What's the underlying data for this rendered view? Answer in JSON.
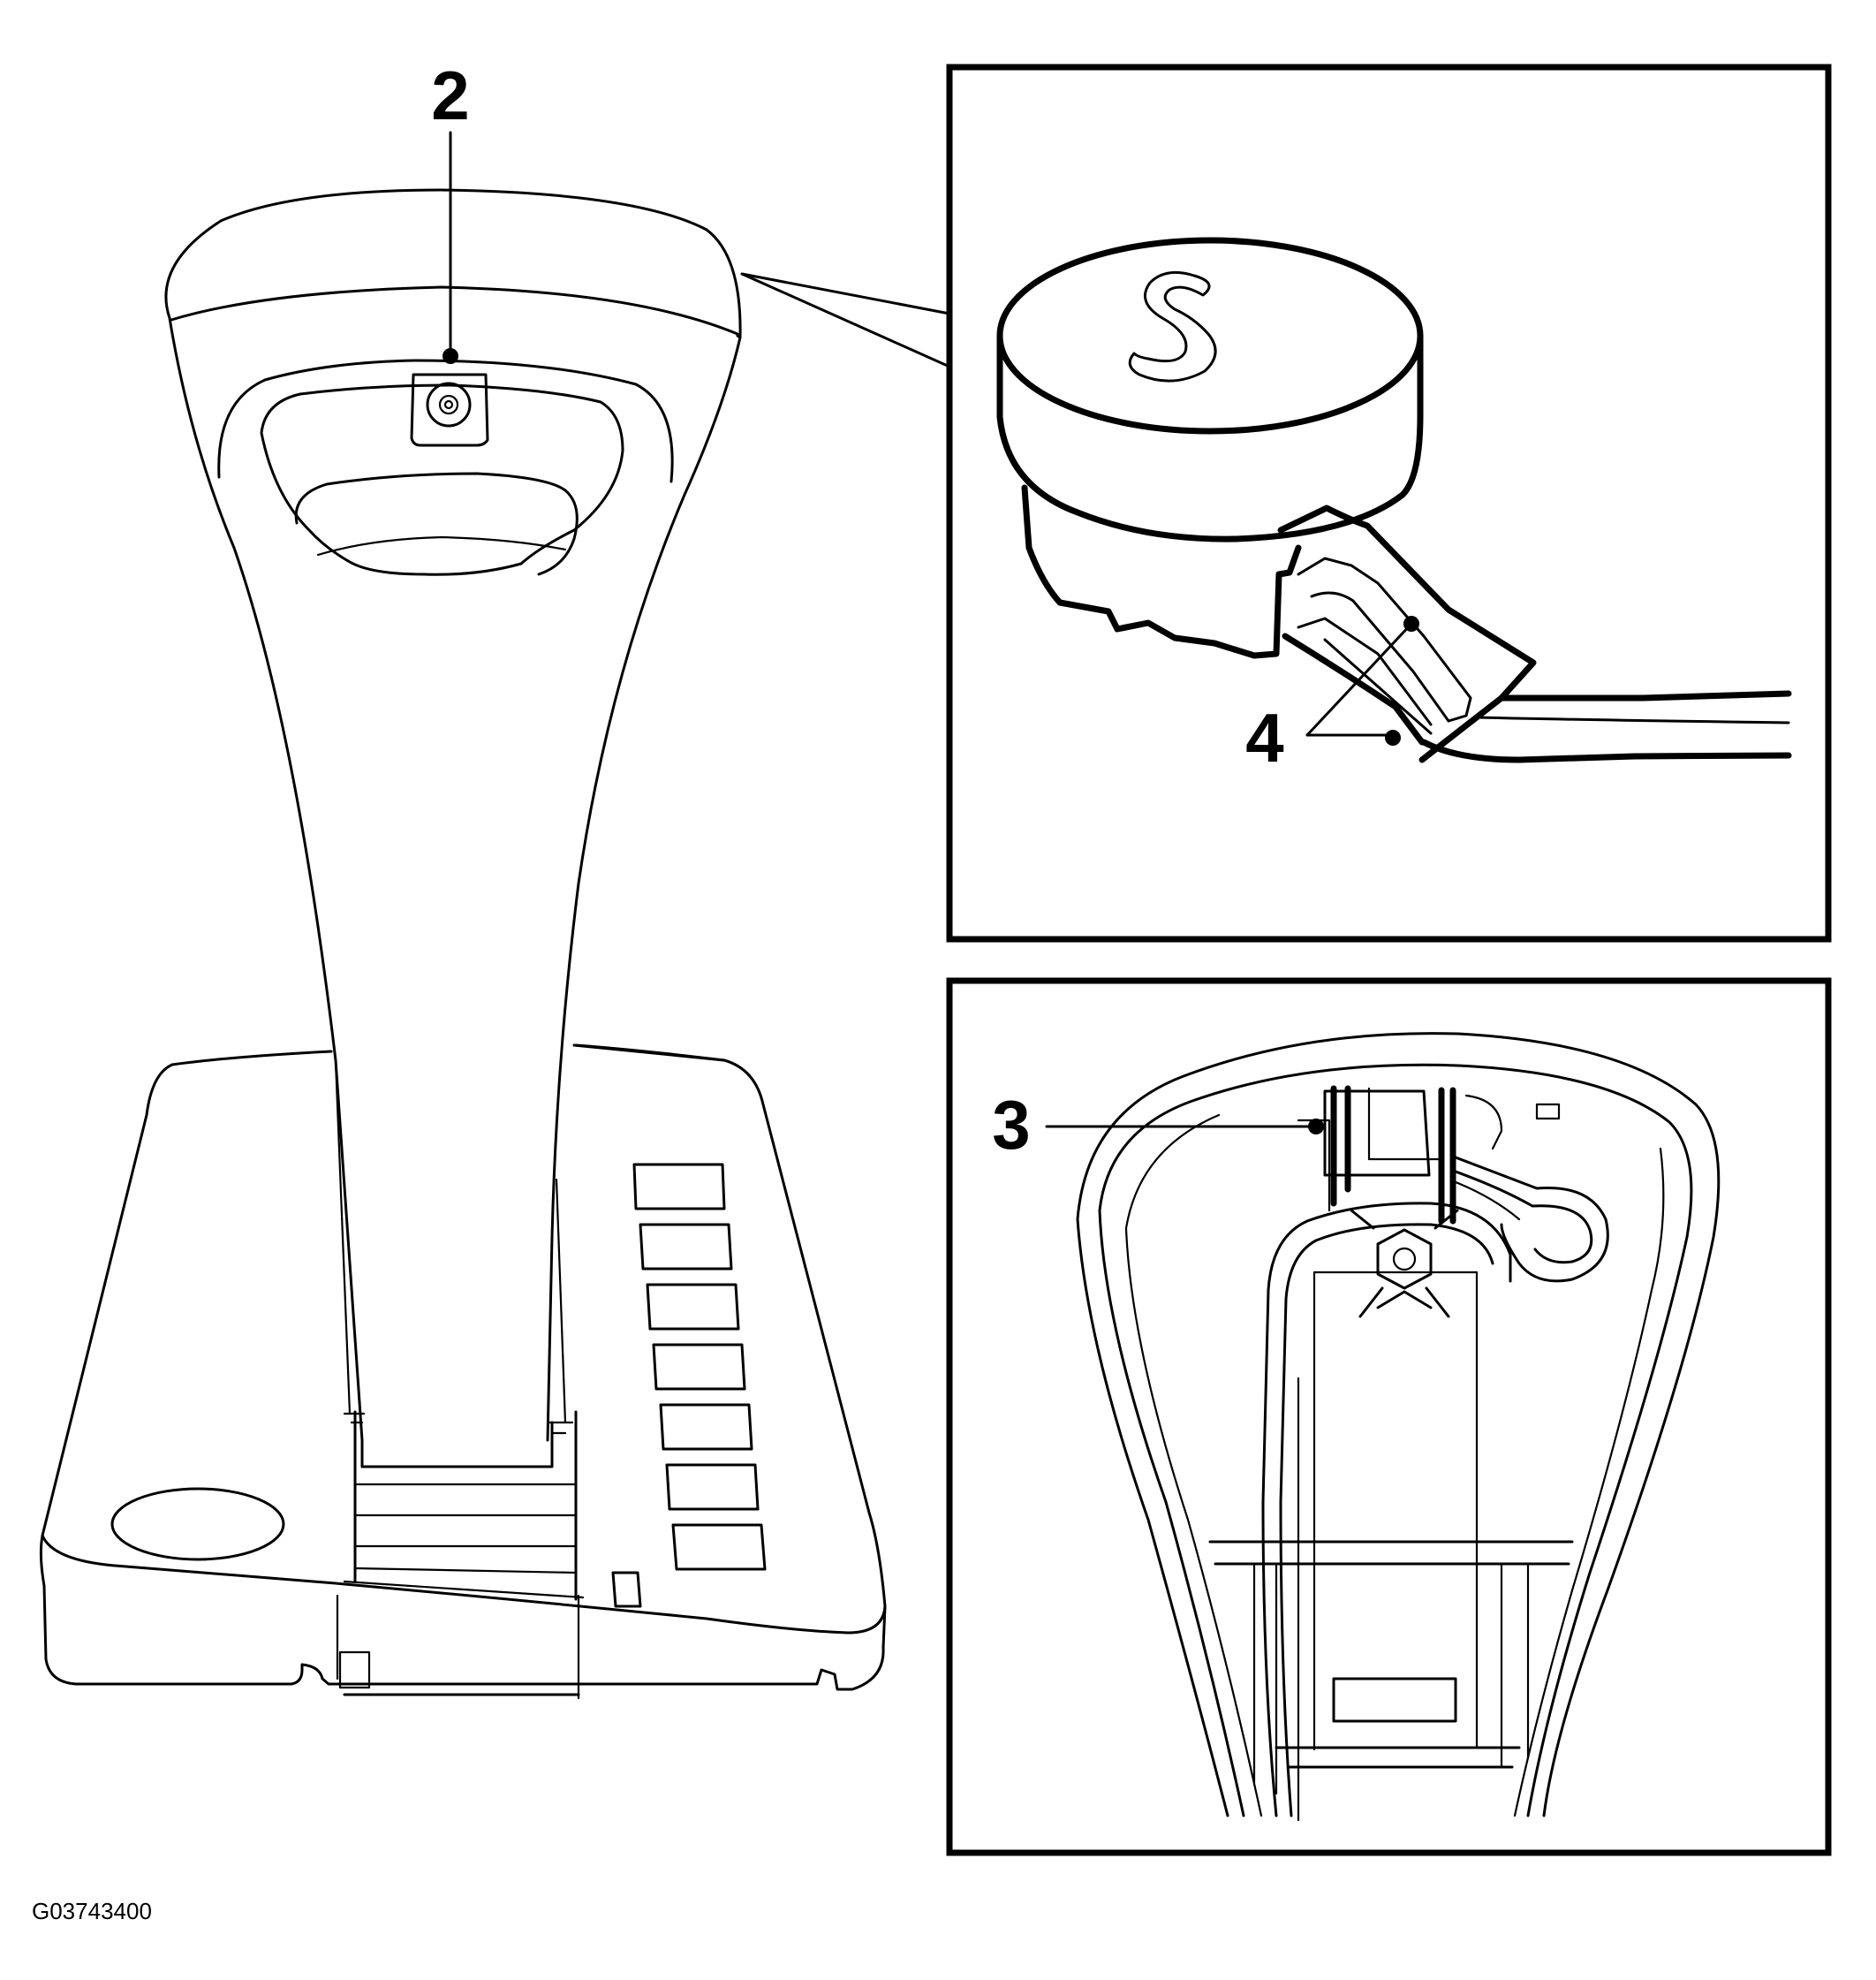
{
  "callouts": {
    "c2": "2",
    "c3": "3",
    "c4": "4"
  },
  "figure_id": "G03743400",
  "colors": {
    "line": "#000000",
    "background": "#ffffff"
  }
}
